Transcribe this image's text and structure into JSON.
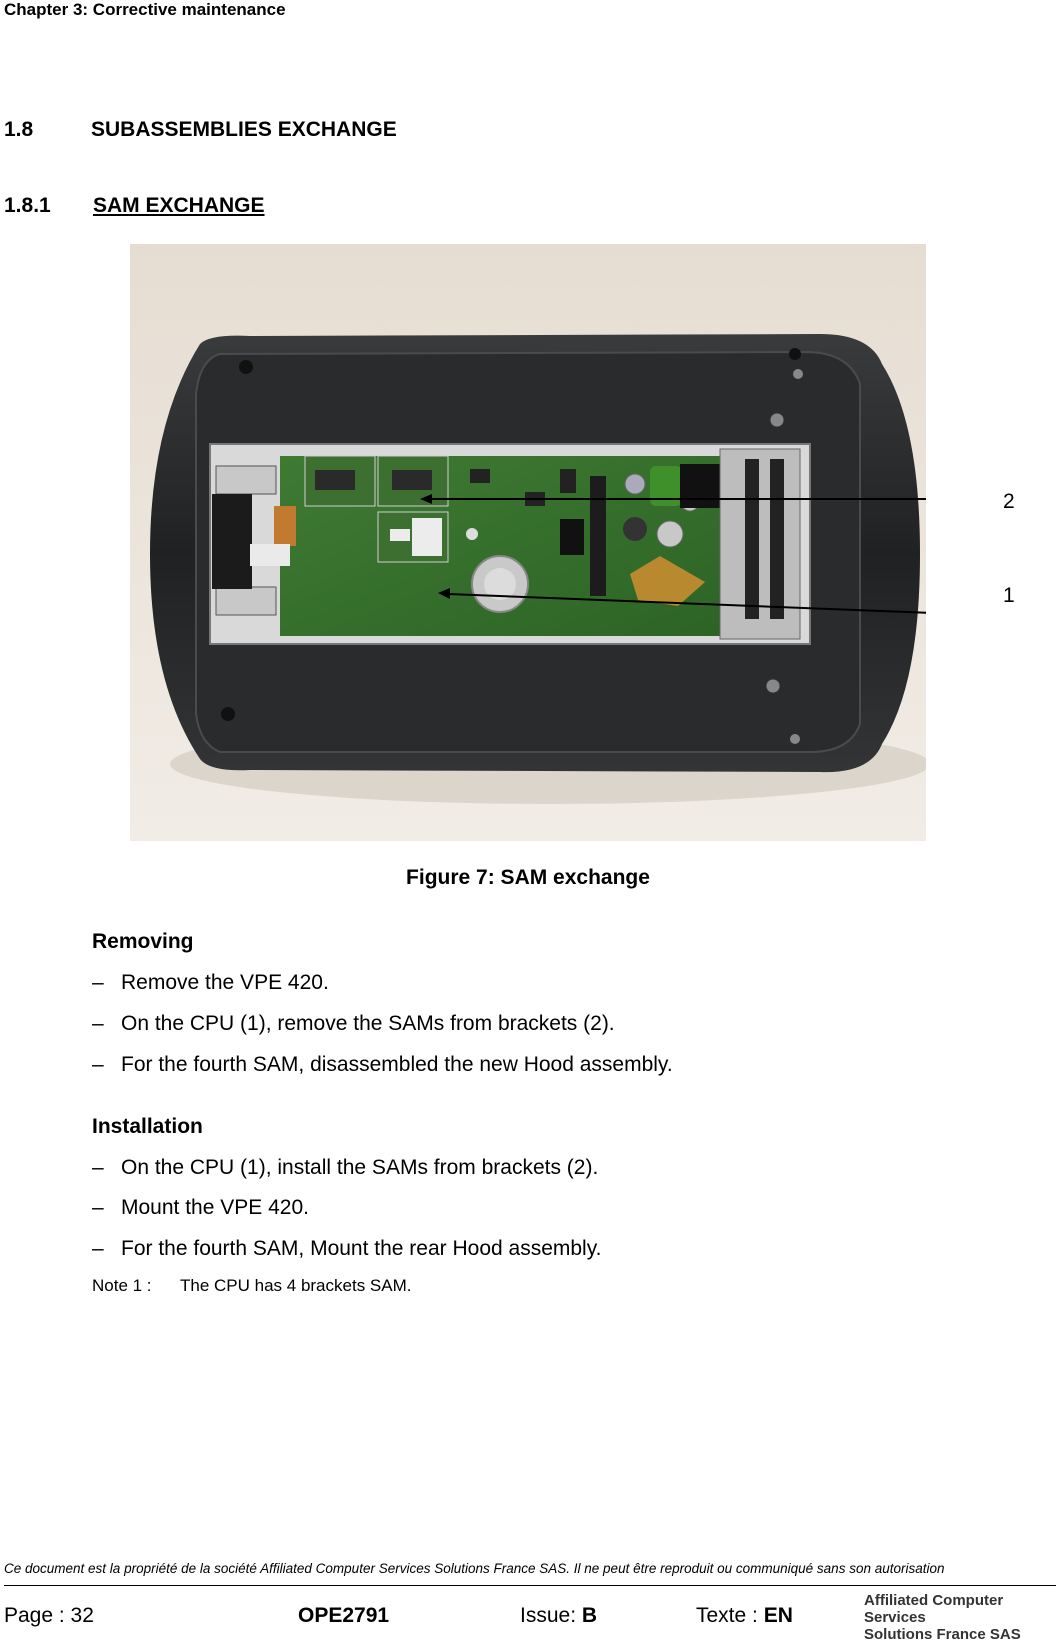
{
  "header": {
    "chapter": "Chapter 3: Corrective maintenance"
  },
  "section": {
    "number": "1.8",
    "title": "SUBASSEMBLIES EXCHANGE"
  },
  "subsection": {
    "number": "1.8.1",
    "title": "SAM EXCHANGE"
  },
  "figure": {
    "callouts": [
      "2",
      "1"
    ],
    "caption": "Figure 7: SAM exchange"
  },
  "removing": {
    "title": "Removing",
    "items": [
      "Remove the VPE 420.",
      "On the CPU (1), remove the SAMs from brackets (2).",
      "For the fourth SAM, disassembled the new Hood assembly."
    ]
  },
  "installation": {
    "title": "Installation",
    "items": [
      "On the CPU (1), install the SAMs from brackets (2).",
      "Mount the VPE 420.",
      "For the fourth SAM, Mount the rear Hood assembly."
    ]
  },
  "note": {
    "label": "Note 1 :",
    "text": "The CPU has 4 brackets SAM."
  },
  "footer": {
    "disclaimer": "Ce document est la propriété de la société Affiliated Computer Services Solutions France SAS. Il ne peut être reproduit ou communiqué sans son autorisation",
    "page_label": "Page : 32",
    "doc_id": "OPE2791",
    "issue_label": "Issue: ",
    "issue_value": "B",
    "texte_label": "Texte : ",
    "texte_value": "EN",
    "logo_line1": "Affiliated Computer Services",
    "logo_line2": "Solutions France SAS"
  }
}
